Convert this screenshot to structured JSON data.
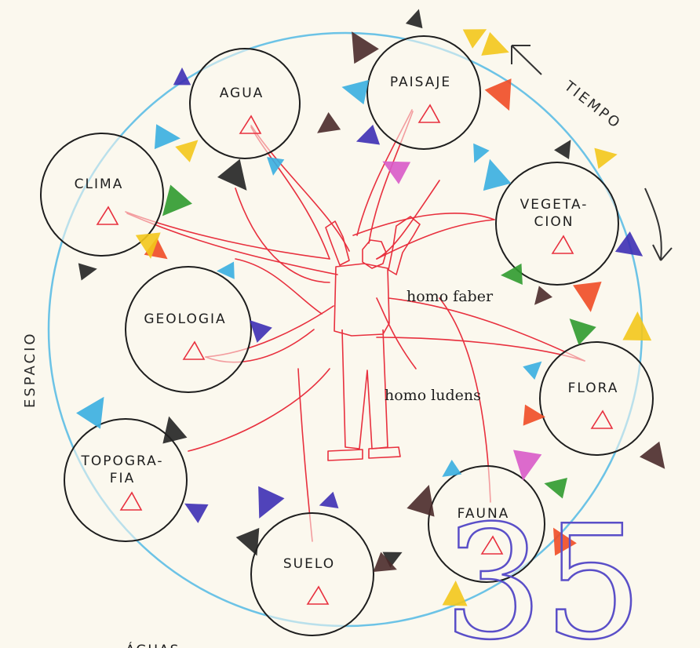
{
  "colors": {
    "paper": "#fbf8ee",
    "outer_circle": "#6cc3e6",
    "node_stroke": "#1e1e1e",
    "connector": "#e8303e",
    "page_number": "#5a4fc8",
    "accents": [
      "#3d2fb4",
      "#f3c61b",
      "#39aee0",
      "#2f9a2e",
      "#ef4b25",
      "#4a2a2a",
      "#222222",
      "#d85ac8"
    ]
  },
  "diagram": {
    "nodes": [
      {
        "id": "agua",
        "lines": [
          "AGUA"
        ]
      },
      {
        "id": "paisaje",
        "lines": [
          "PAISAJE"
        ]
      },
      {
        "id": "clima",
        "lines": [
          "CLIMA"
        ]
      },
      {
        "id": "vegetacion",
        "lines": [
          "VEGETA-",
          "CION"
        ]
      },
      {
        "id": "geologia",
        "lines": [
          "GEOLOGIA"
        ]
      },
      {
        "id": "flora",
        "lines": [
          "FLORA"
        ]
      },
      {
        "id": "topografia",
        "lines": [
          "TOPOGRA-",
          "FIA"
        ]
      },
      {
        "id": "suelo",
        "lines": [
          "SUELO"
        ]
      },
      {
        "id": "fauna",
        "lines": [
          "FAUNA"
        ]
      }
    ],
    "labels": {
      "tiempo": "TIEMPO",
      "espacio": "ESPACIO",
      "homo_faber": "homo faber",
      "homo_ludens": "homo ludens",
      "bottom_cut": "ÁGUAS",
      "page_number": "35"
    }
  }
}
